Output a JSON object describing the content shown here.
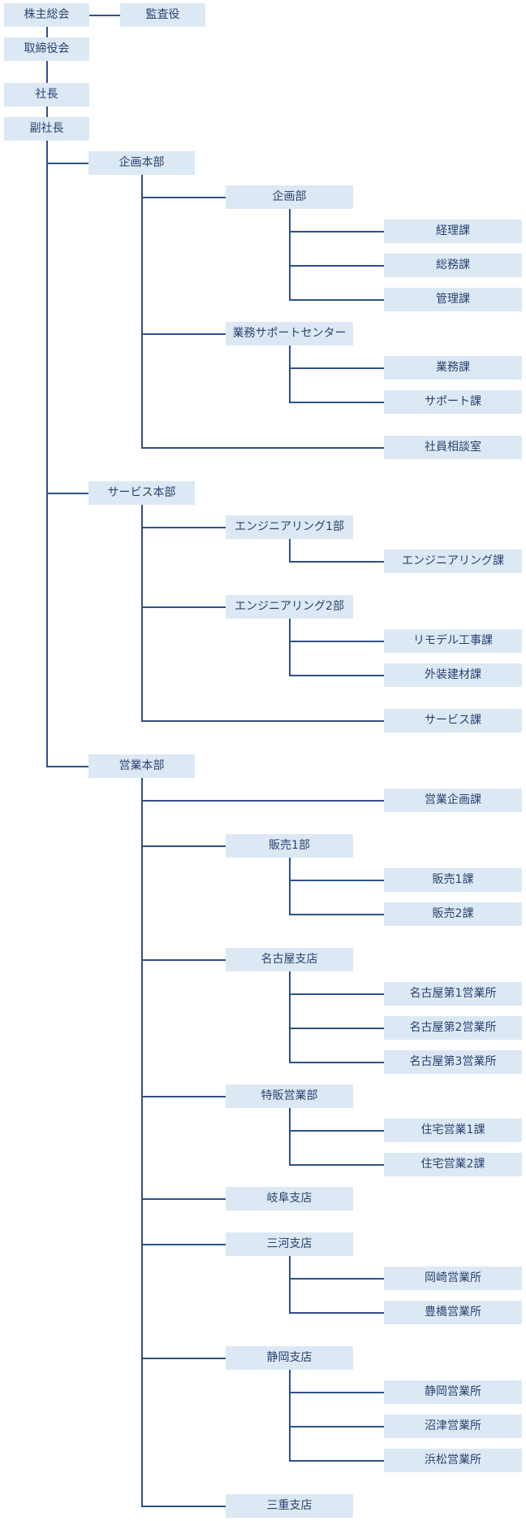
{
  "title": "組織図",
  "colors": {
    "box": "#dce9f5",
    "line": "#2f5088",
    "text": "#2b4170"
  },
  "auditor": "監査役",
  "nodes": [
    {
      "label": "株主総会",
      "level": 0
    },
    {
      "label": "取締役会",
      "level": 0,
      "gap_after": true
    },
    {
      "label": "社長",
      "level": 0
    },
    {
      "label": "副社長",
      "level": 0
    },
    {
      "label": "企画本部",
      "level": 1
    },
    {
      "label": "企画部",
      "level": 2
    },
    {
      "label": "経理課",
      "level": 3
    },
    {
      "label": "総務課",
      "level": 3
    },
    {
      "label": "管理課",
      "level": 3
    },
    {
      "label": "業務サポートセンター",
      "level": 2
    },
    {
      "label": "業務課",
      "level": 3
    },
    {
      "label": "サポート課",
      "level": 3,
      "gap_after": true
    },
    {
      "label": "社員相談室",
      "level": 3,
      "parent_level": 1,
      "gap_after": true
    },
    {
      "label": "サービス本部",
      "level": 1
    },
    {
      "label": "エンジニアリング1部",
      "level": 2
    },
    {
      "label": "エンジニアリング課",
      "level": 3,
      "gap_after": true
    },
    {
      "label": "エンジニアリング2部",
      "level": 2
    },
    {
      "label": "リモデル工事課",
      "level": 3
    },
    {
      "label": "外装建材課",
      "level": 3,
      "gap_after": true
    },
    {
      "label": "サービス課",
      "level": 3,
      "parent_level": 1,
      "gap_after": true
    },
    {
      "label": "営業本部",
      "level": 1
    },
    {
      "label": "営業企画課",
      "level": 3,
      "parent_level": 1,
      "gap_after": true
    },
    {
      "label": "販売1部",
      "level": 2
    },
    {
      "label": "販売1課",
      "level": 3
    },
    {
      "label": "販売2課",
      "level": 3,
      "gap_after": true
    },
    {
      "label": "名古屋支店",
      "level": 2
    },
    {
      "label": "名古屋第1営業所",
      "level": 3
    },
    {
      "label": "名古屋第2営業所",
      "level": 3
    },
    {
      "label": "名古屋第3営業所",
      "level": 3
    },
    {
      "label": "特販営業部",
      "level": 2
    },
    {
      "label": "住宅営業1課",
      "level": 3
    },
    {
      "label": "住宅営業2課",
      "level": 3
    },
    {
      "label": "岐阜支店",
      "level": 2,
      "gap_after": true
    },
    {
      "label": "三河支店",
      "level": 2
    },
    {
      "label": "岡崎営業所",
      "level": 3
    },
    {
      "label": "豊橋営業所",
      "level": 3,
      "gap_after": true
    },
    {
      "label": "静岡支店",
      "level": 2
    },
    {
      "label": "静岡営業所",
      "level": 3
    },
    {
      "label": "沼津営業所",
      "level": 3
    },
    {
      "label": "浜松営業所",
      "level": 3,
      "gap_after": true
    },
    {
      "label": "三重支店",
      "level": 2
    }
  ]
}
